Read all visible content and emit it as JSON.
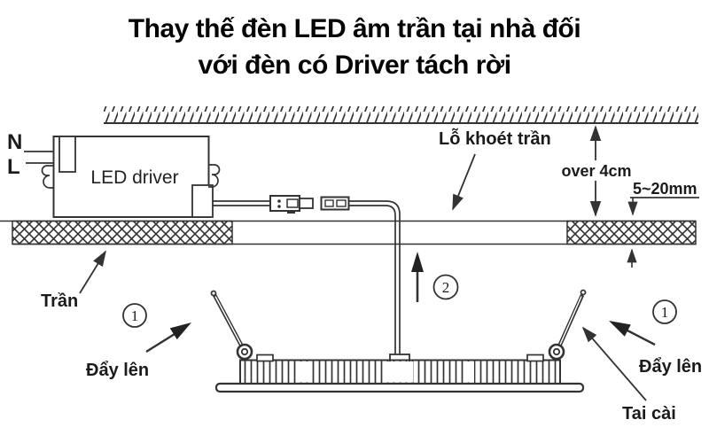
{
  "title": {
    "line1": "Thay thế đèn LED âm trần tại nhà đối",
    "line2": "với đèn có Driver tách rời"
  },
  "labels": {
    "neutral": "N",
    "live": "L",
    "driver": "LED driver",
    "hole": "Lỗ khoét trần",
    "clearance": "over 4cm",
    "thickness": "5~20mm",
    "ceiling": "Trần",
    "push_left": "Đẩy lên",
    "push_right": "Đẩy lên",
    "clip": "Tai cài"
  },
  "steps": {
    "one_left": "1",
    "two": "2",
    "one_right": "1"
  },
  "colors": {
    "ink": "#333333",
    "text": "#000000",
    "background": "#ffffff"
  }
}
